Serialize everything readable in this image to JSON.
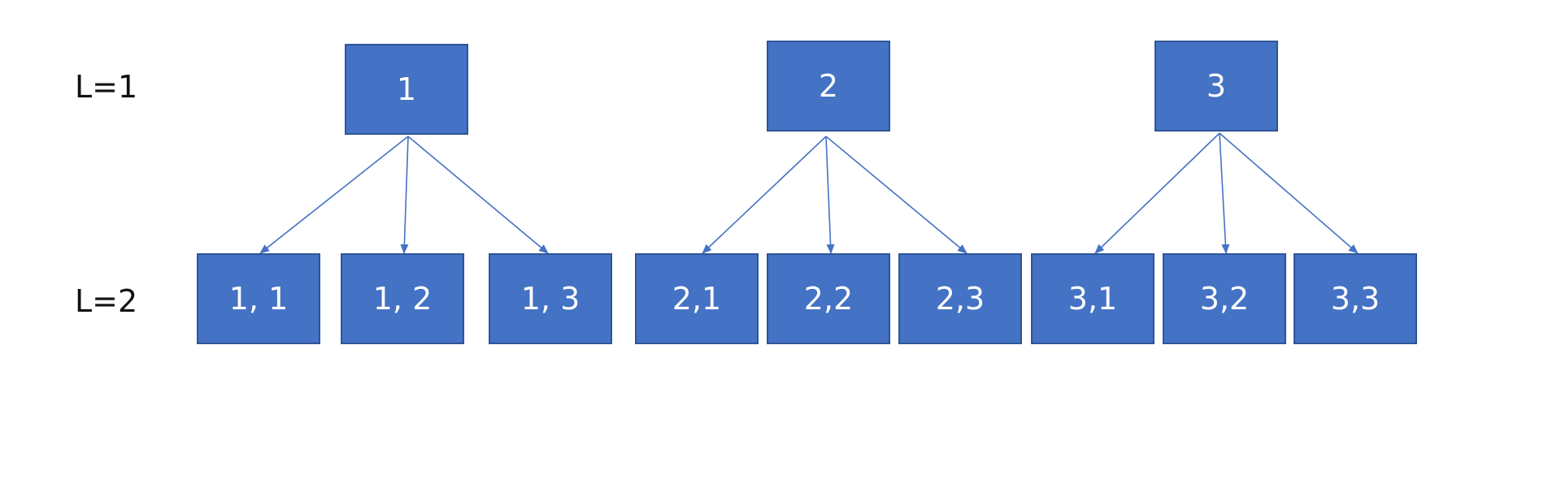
{
  "colors": {
    "node_fill": "#4472c4",
    "node_border": "#2f5597",
    "node_text": "#ffffff",
    "edge": "#4472c4"
  },
  "levels": {
    "l1": "L=1",
    "l2": "L=2"
  },
  "nodes": {
    "n1": "1",
    "n2": "2",
    "n3": "3",
    "n1_1": "1, 1",
    "n1_2": "1, 2",
    "n1_3": "1, 3",
    "n2_1": "2,1",
    "n2_2": "2,2",
    "n2_3": "2,3",
    "n3_1": "3,1",
    "n3_2": "3,2",
    "n3_3": "3,3"
  },
  "edges": [
    {
      "from": "1",
      "to": "1, 1"
    },
    {
      "from": "1",
      "to": "1, 2"
    },
    {
      "from": "1",
      "to": "1, 3"
    },
    {
      "from": "2",
      "to": "2,1"
    },
    {
      "from": "2",
      "to": "2,2"
    },
    {
      "from": "2",
      "to": "2,3"
    },
    {
      "from": "3",
      "to": "3,1"
    },
    {
      "from": "3",
      "to": "3,2"
    },
    {
      "from": "3",
      "to": "3,3"
    }
  ]
}
